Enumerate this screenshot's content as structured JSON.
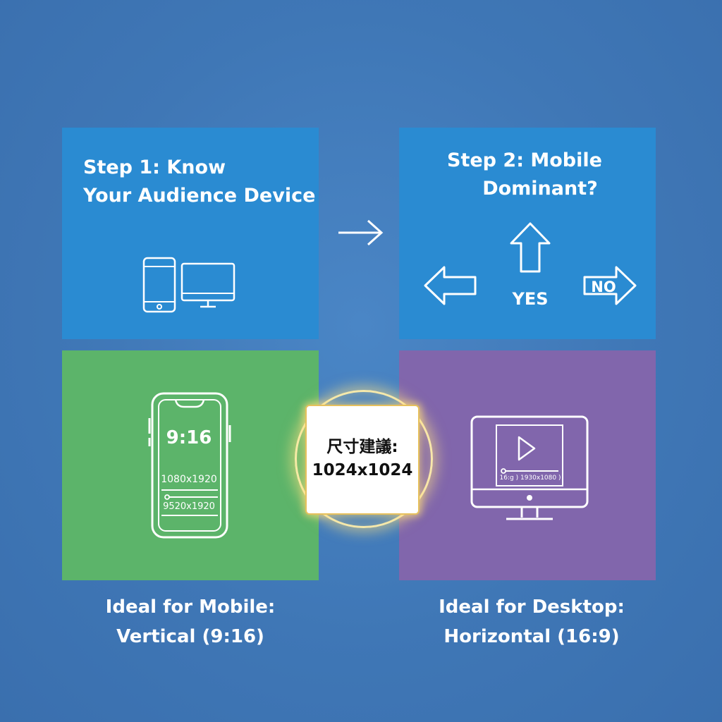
{
  "step1": {
    "line1": "Step 1: Know",
    "line2": "Your Audience Device"
  },
  "step2": {
    "line1": "Step 2: Mobile",
    "line2": "Dominant?",
    "yes_label": "YES",
    "no_label": "NO"
  },
  "mobile_panel": {
    "ratio": "9:16",
    "resolution_1": "1080x1920",
    "resolution_2": "9520x1920"
  },
  "desktop_panel": {
    "resolution": "16:g ) 1930x1080 )"
  },
  "badge": {
    "line1": "尺寸建議:",
    "line2": "1024x1024"
  },
  "captions": {
    "mobile_line1": "Ideal for Mobile:",
    "mobile_line2": "Vertical (9:16)",
    "desktop_line1": "Ideal for Desktop:",
    "desktop_line2": "Horizontal (16:9)"
  },
  "colors": {
    "background": "#3f77b6",
    "step_panel": "#2a8bd2",
    "mobile_panel": "#5cb46a",
    "desktop_panel": "#8166ac",
    "badge_glow": "#ffe6a0"
  }
}
